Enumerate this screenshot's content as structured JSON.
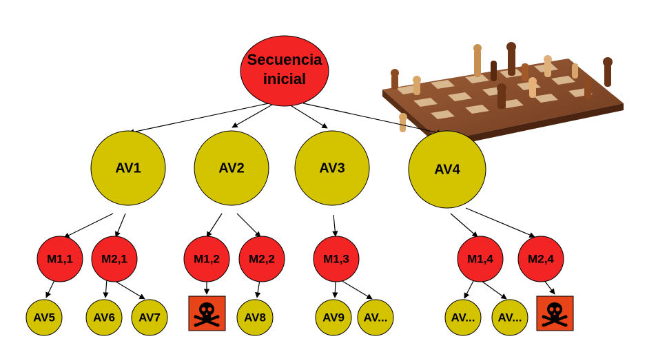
{
  "diagram": {
    "root": {
      "label_line1": "Secuencia",
      "label_line2": "inicial"
    },
    "level1": [
      "AV1",
      "AV2",
      "AV3",
      "AV4"
    ],
    "level2": [
      "M1,1",
      "M2,1",
      "M1,2",
      "M2,2",
      "M1,3",
      "M1,4",
      "M2,4"
    ],
    "level3": [
      "AV5",
      "AV6",
      "AV7",
      "AV8",
      "AV9",
      "AV...",
      "AV...",
      "AV..."
    ],
    "dead_end_icon": "skull-and-crossbones-icon",
    "picture": "chess-board-illustration"
  },
  "colors": {
    "root_fill": "#f22424",
    "av_fill": "#d4c400",
    "move_fill": "#f22424",
    "dead_end_fill": "#e8441a",
    "stroke": "#000000"
  }
}
